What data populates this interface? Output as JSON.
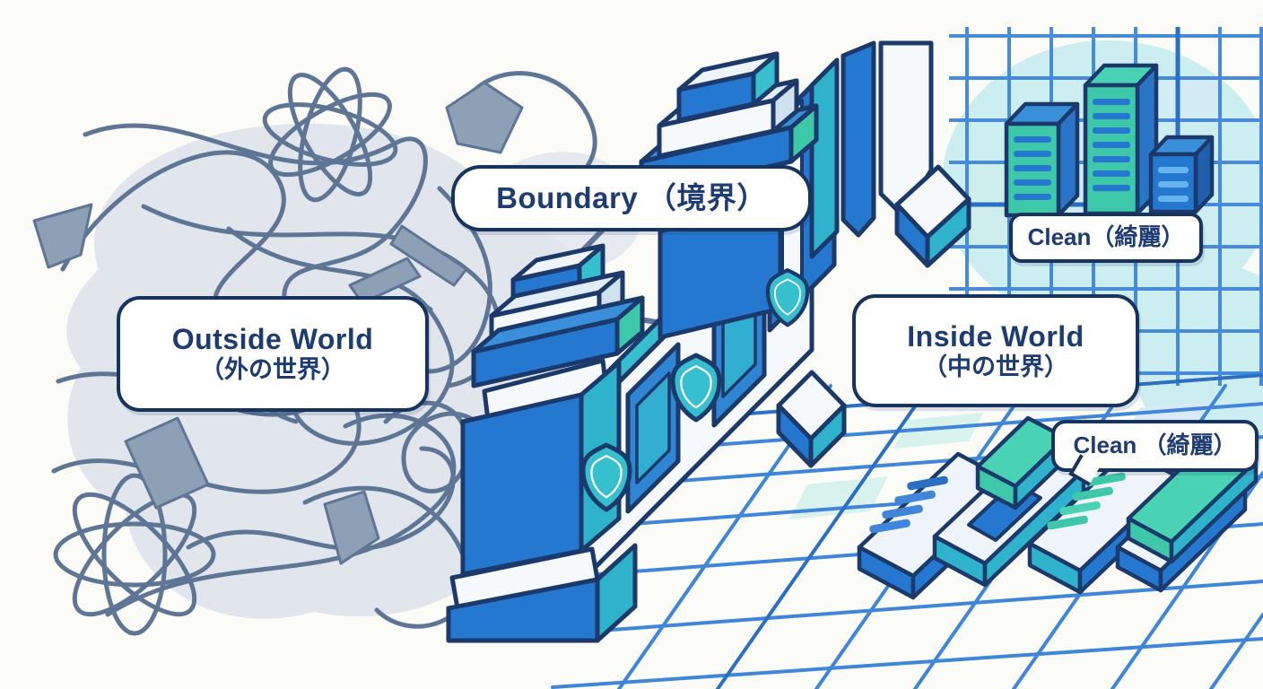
{
  "scene": {
    "title": "Boundary（境界）diagram",
    "background": "#fbfbf8"
  },
  "palette": {
    "navy_outline": "#1b3a6b",
    "text_navy": "#1e3c74",
    "blue": "#2478cf",
    "cyan": "#2fb3cd",
    "teal_green": "#3cc8a9",
    "grid_blue": "#3f86da",
    "scribble_slate": "#5e7596",
    "debris_gray": "#8da0b6",
    "blob_gray": "#e1e5ec",
    "blob_teal": "#cdeef0",
    "label_bg": "#ffffff"
  },
  "labels": {
    "outside_world": {
      "en": "Outside World",
      "jp": "（外の世界）"
    },
    "boundary": {
      "en": "Boundary （境界）"
    },
    "inside_world": {
      "en": "Inside World",
      "jp": "（中の世界）"
    },
    "clean_top": {
      "text": "Clean（綺麗）"
    },
    "clean_bottom": {
      "text": "Clean （綺麗）"
    }
  },
  "icons": {
    "shield": "shield-icon"
  }
}
